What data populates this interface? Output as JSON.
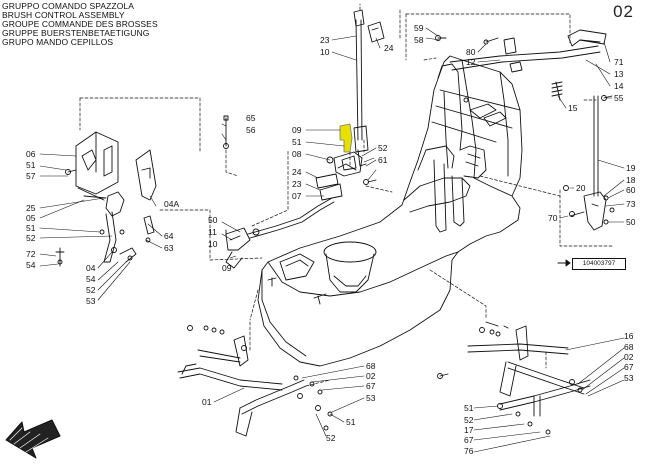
{
  "title_lines": [
    "GRUPPO COMANDO SPAZZOLA",
    "BRUSH CONTROL ASSEMBLY",
    "GROUPE COMMANDE DES BROSSES",
    "GRUPPE BUERSTENBETAETIGUNG",
    "GRUPO MANDO CEPILLOS"
  ],
  "page_number": "02",
  "reference_code": "104003797",
  "highlight_color": "#e8e000",
  "part_labels": [
    {
      "id": "06",
      "text": "06"
    },
    {
      "id": "51a",
      "text": "51"
    },
    {
      "id": "57",
      "text": "57"
    },
    {
      "id": "25",
      "text": "25"
    },
    {
      "id": "05",
      "text": "05"
    },
    {
      "id": "51b",
      "text": "51"
    },
    {
      "id": "52a",
      "text": "52"
    },
    {
      "id": "72",
      "text": "72"
    },
    {
      "id": "54a",
      "text": "54"
    },
    {
      "id": "04",
      "text": "04"
    },
    {
      "id": "54b",
      "text": "54"
    },
    {
      "id": "52b",
      "text": "52"
    },
    {
      "id": "53a",
      "text": "53"
    },
    {
      "id": "64",
      "text": "64"
    },
    {
      "id": "63",
      "text": "63"
    },
    {
      "id": "04A",
      "text": "04A"
    },
    {
      "id": "50a",
      "text": "50"
    },
    {
      "id": "11",
      "text": "11"
    },
    {
      "id": "10a",
      "text": "10"
    },
    {
      "id": "09a",
      "text": "09"
    },
    {
      "id": "65",
      "text": "65"
    },
    {
      "id": "56",
      "text": "56"
    },
    {
      "id": "23a",
      "text": "23"
    },
    {
      "id": "10b",
      "text": "10"
    },
    {
      "id": "24a",
      "text": "24"
    },
    {
      "id": "09b",
      "text": "09"
    },
    {
      "id": "51c",
      "text": "51"
    },
    {
      "id": "08",
      "text": "08"
    },
    {
      "id": "52c",
      "text": "52"
    },
    {
      "id": "61",
      "text": "61"
    },
    {
      "id": "24b",
      "text": "24"
    },
    {
      "id": "23b",
      "text": "23"
    },
    {
      "id": "07",
      "text": "07"
    },
    {
      "id": "59",
      "text": "59"
    },
    {
      "id": "58",
      "text": "58"
    },
    {
      "id": "80",
      "text": "80"
    },
    {
      "id": "12",
      "text": "12"
    },
    {
      "id": "71",
      "text": "71"
    },
    {
      "id": "13",
      "text": "13"
    },
    {
      "id": "14",
      "text": "14"
    },
    {
      "id": "55",
      "text": "55"
    },
    {
      "id": "15",
      "text": "15"
    },
    {
      "id": "19",
      "text": "19"
    },
    {
      "id": "18",
      "text": "18"
    },
    {
      "id": "20",
      "text": "20"
    },
    {
      "id": "60",
      "text": "60"
    },
    {
      "id": "73",
      "text": "73"
    },
    {
      "id": "70",
      "text": "70"
    },
    {
      "id": "50b",
      "text": "50"
    },
    {
      "id": "16",
      "text": "16"
    },
    {
      "id": "68a",
      "text": "68"
    },
    {
      "id": "02a",
      "text": "02"
    },
    {
      "id": "67a",
      "text": "67"
    },
    {
      "id": "53b",
      "text": "53"
    },
    {
      "id": "51d",
      "text": "51"
    },
    {
      "id": "01",
      "text": "01"
    },
    {
      "id": "52d",
      "text": "52"
    },
    {
      "id": "68b",
      "text": "68"
    },
    {
      "id": "02b",
      "text": "02"
    },
    {
      "id": "67b",
      "text": "67"
    },
    {
      "id": "53c",
      "text": "53"
    },
    {
      "id": "51e",
      "text": "51"
    },
    {
      "id": "52e",
      "text": "52"
    },
    {
      "id": "17",
      "text": "17"
    },
    {
      "id": "67c",
      "text": "67"
    },
    {
      "id": "76",
      "text": "76"
    }
  ]
}
